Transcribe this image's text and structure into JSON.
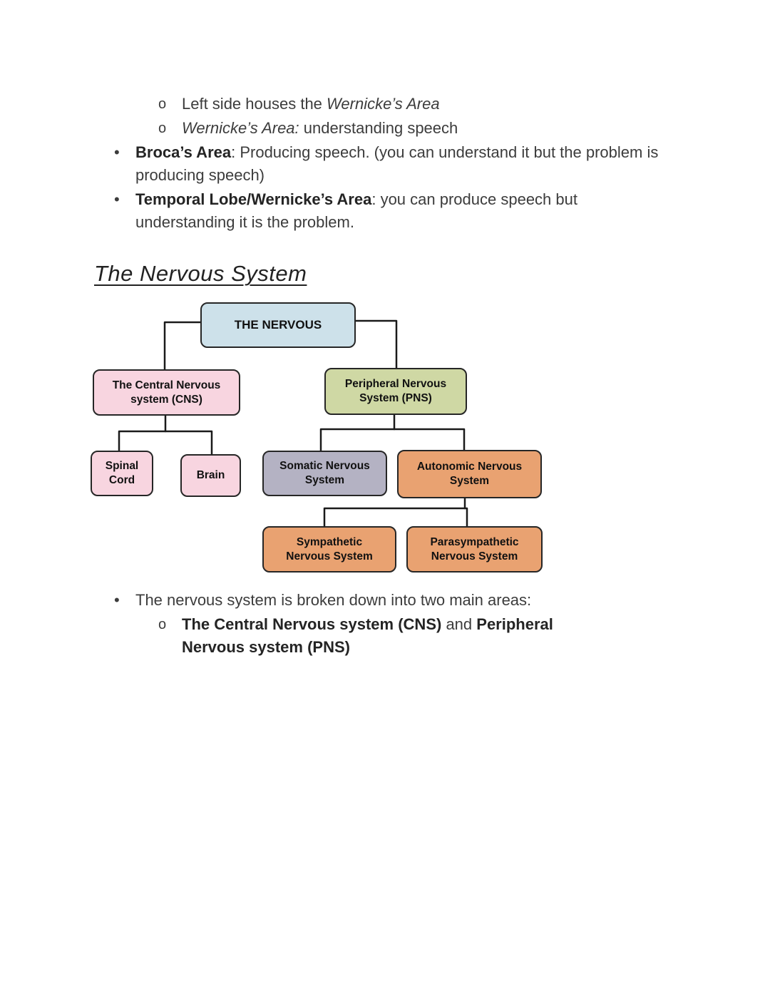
{
  "doc": {
    "top_list": {
      "sub1_marker": "o",
      "sub1_text": "Left side houses the ",
      "sub1_italic": "Wernicke’s Area",
      "sub2_marker": "o",
      "sub2_italic": "Wernicke’s Area:",
      "sub2_text": " understanding speech",
      "b1_marker": "•",
      "b1_bold": "Broca’s Area",
      "b1_text": ": Producing speech. (you can understand it but the problem is producing speech)",
      "b2_marker": "•",
      "b2_bold": "Temporal Lobe/Wernicke’s Area",
      "b2_text": ": you can produce speech but understanding it is the problem."
    },
    "heading": "The Nervous System",
    "bottom_list": {
      "b1_marker": "•",
      "b1_text": "The nervous system is broken down into two main areas:",
      "sub1_marker": "o",
      "sub1_bold1": "The Central Nervous system (CNS)",
      "sub1_mid": " and ",
      "sub1_bold2": "Peripheral Nervous system (PNS)"
    }
  },
  "diagram": {
    "nodes": {
      "root": {
        "label": "THE NERVOUS",
        "color": "#cde1ea"
      },
      "cns": {
        "label": "The Central Nervous system (CNS)",
        "color": "#f8d5e0"
      },
      "pns": {
        "label": "Peripheral Nervous System (PNS)",
        "color": "#cfd8a4"
      },
      "spinal": {
        "label": "Spinal Cord",
        "color": "#f8d5e0"
      },
      "brain": {
        "label": "Brain",
        "color": "#f8d5e0"
      },
      "somatic": {
        "label": "Somatic Nervous System",
        "color": "#b4b2c3"
      },
      "autonomic": {
        "label": "Autonomic Nervous System",
        "color": "#e9a271"
      },
      "sympathetic": {
        "label": "Sympathetic Nervous System",
        "color": "#e9a271"
      },
      "parasympathetic": {
        "label": "Parasympathetic Nervous System",
        "color": "#e9a271"
      }
    },
    "line_color": "#1a1a1a"
  }
}
